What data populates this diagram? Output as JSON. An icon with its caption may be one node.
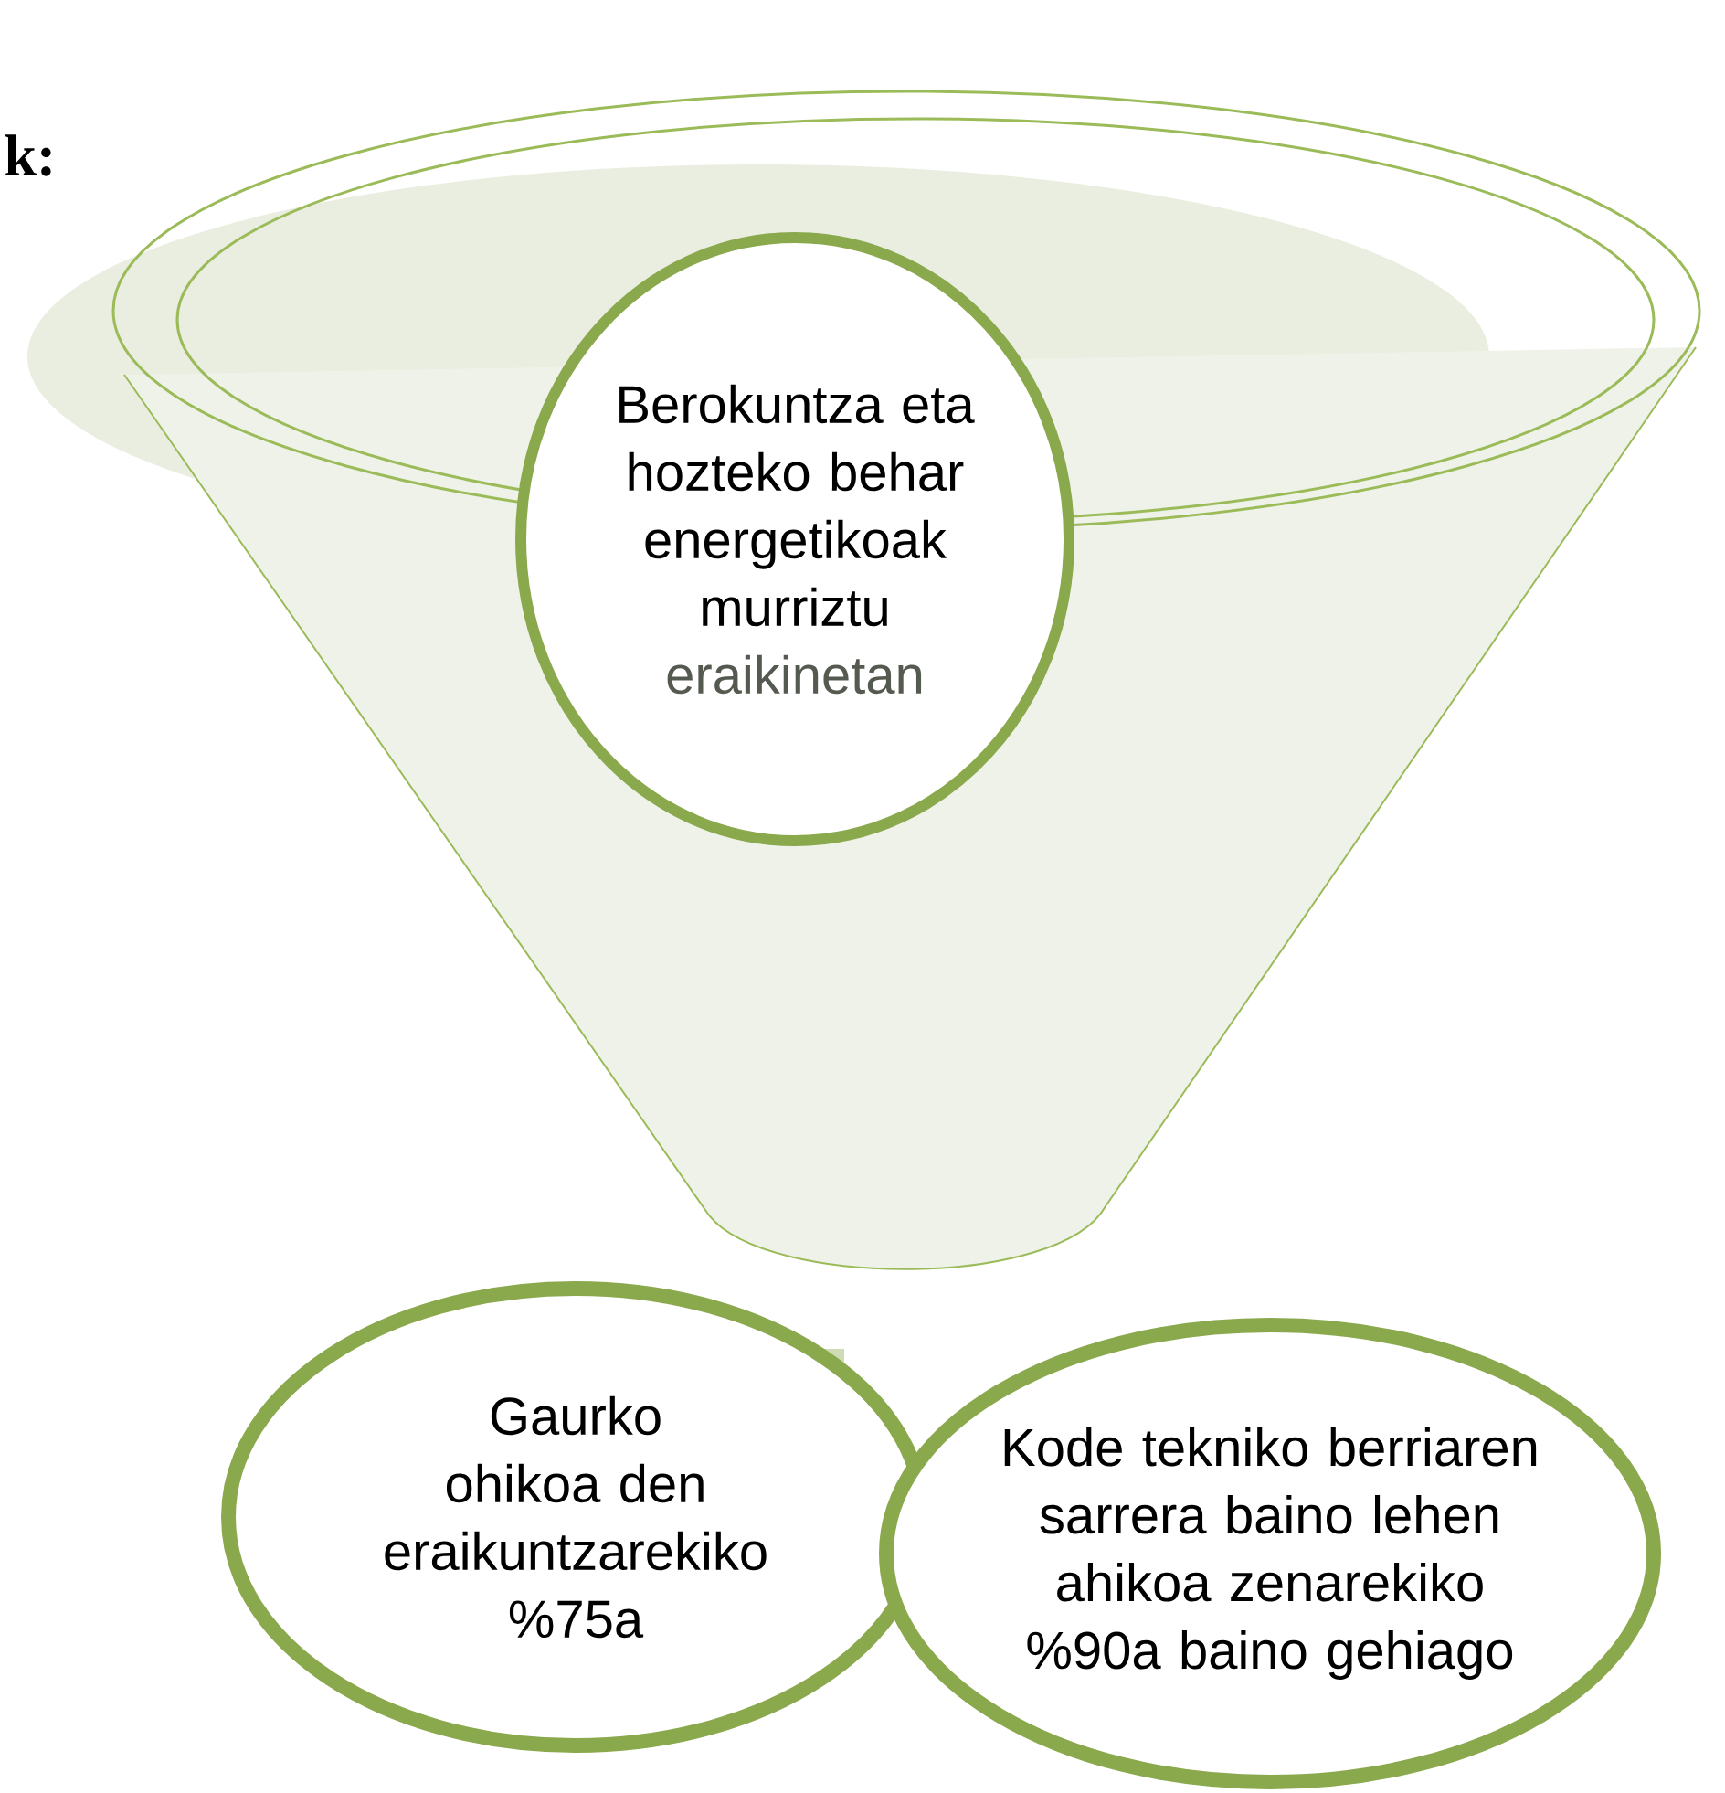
{
  "diagram": {
    "nodes": [
      {
        "text": [],
        "shape": "funnel"
      },
      {
        "text": [
          "Berokuntza eta hozteko behar energetikoak murriztu",
          "eraikinetan"
        ]
      },
      {
        "text": [
          "Gaurko ohikoa den eraikuntzarekiko %75a"
        ]
      },
      {
        "text": [
          "Kode tekniko berriaren sarrera baino lehen ahikoa zenarekiko %90a baino gehiago"
        ]
      }
    ],
    "labels": [
      "k:"
    ]
  }
}
